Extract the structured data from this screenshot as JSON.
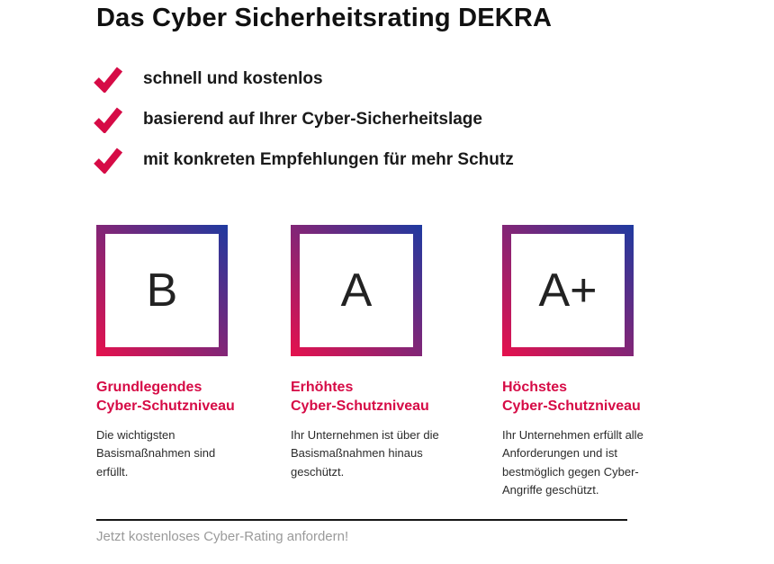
{
  "page": {
    "title": "Das Cyber Sicherheitsrating DEKRA"
  },
  "checklist": {
    "items": [
      {
        "label": "schnell und kostenlos"
      },
      {
        "label": "basierend auf Ihrer Cyber-Sicherheitslage"
      },
      {
        "label": "mit konkreten Empfehlungen für mehr Schutz"
      }
    ]
  },
  "ratings": {
    "cards": [
      {
        "grade": "B",
        "label_line1": "Grundlegendes",
        "label_line2": "Cyber-Schutzniveau",
        "description": "Die wichtigsten Basismaßnahmen sind erfüllt."
      },
      {
        "grade": "A",
        "label_line1": "Erhöhtes",
        "label_line2": "Cyber-Schutzniveau",
        "description": "Ihr Unternehmen ist über die Basismaßnahmen hinaus geschützt."
      },
      {
        "grade": "A+",
        "label_line1": "Höchstes",
        "label_line2": "Cyber-Schutzniveau",
        "description": "Ihr Unternehmen erfüllt alle Anforderungen und ist bestmöglich gegen Cyber-Angriffe geschützt."
      }
    ]
  },
  "footer": {
    "note": "Jetzt kostenloses Cyber-Rating anfordern!"
  },
  "colors": {
    "accent_pink": "#d60b46",
    "gradient_start": "#e6114d",
    "gradient_end": "#1f3aa0",
    "text_dark": "#1a1a1a",
    "muted_gray": "#9a9a9a"
  }
}
